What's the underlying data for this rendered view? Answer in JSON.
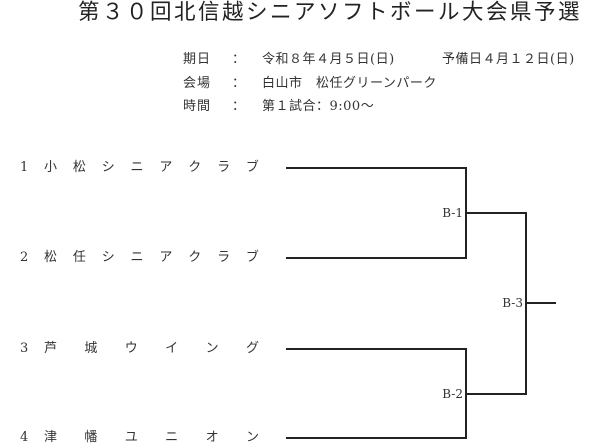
{
  "title": "第３０回北信越シニアソフトボール大会県予選",
  "info": {
    "date": {
      "label": "期日",
      "colon": "：",
      "value": "令和８年４月５日(日)",
      "reserve": "予備日４月１２日(日)"
    },
    "venue": {
      "label": "会場",
      "colon": "：",
      "value": "白山市　松任グリーンパーク"
    },
    "time": {
      "label": "時間",
      "colon": "：",
      "value": "第１試合：9:00～"
    }
  },
  "teams": [
    {
      "num": "1",
      "name": [
        "小",
        "松",
        "シ",
        "ニ",
        "ア",
        "ク",
        "ラ",
        "ブ"
      ]
    },
    {
      "num": "2",
      "name": [
        "松",
        "任",
        "シ",
        "ニ",
        "ア",
        "ク",
        "ラ",
        "ブ"
      ]
    },
    {
      "num": "3",
      "name": [
        "芦",
        "城",
        "ウ",
        "イ",
        "ン",
        "グ"
      ]
    },
    {
      "num": "4",
      "name": [
        "津",
        "幡",
        "ユ",
        "ニ",
        "オ",
        "ン"
      ]
    }
  ],
  "matches": [
    {
      "id": "B-1"
    },
    {
      "id": "B-2"
    },
    {
      "id": "B-3"
    }
  ],
  "colors": {
    "line": "#222222",
    "text": "#2a2a2a",
    "background": "#ffffff"
  }
}
